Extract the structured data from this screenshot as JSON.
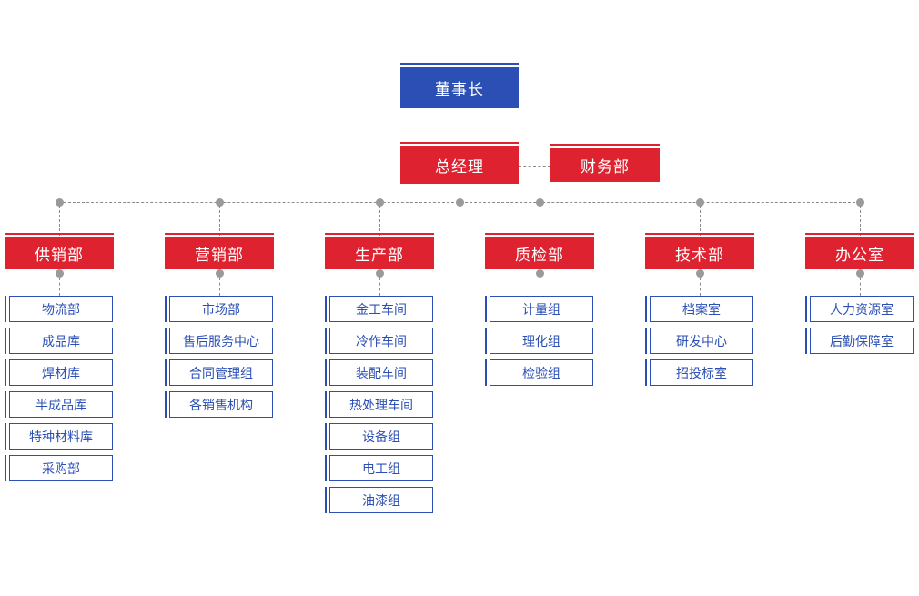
{
  "colors": {
    "blue": "#2b4fb4",
    "red": "#de2230",
    "connector": "#9a9a9a"
  },
  "chairman": "董事长",
  "general_manager": "总经理",
  "finance": "财务部",
  "departments": [
    {
      "name": "供销部",
      "units": [
        "物流部",
        "成品库",
        "焊材库",
        "半成品库",
        "特种材料库",
        "采购部"
      ]
    },
    {
      "name": "营销部",
      "units": [
        "市场部",
        "售后服务中心",
        "合同管理组",
        "各销售机构"
      ]
    },
    {
      "name": "生产部",
      "units": [
        "金工车间",
        "冷作车间",
        "装配车间",
        "热处理车间",
        "设备组",
        "电工组",
        "油漆组"
      ]
    },
    {
      "name": "质检部",
      "units": [
        "计量组",
        "理化组",
        "检验组"
      ]
    },
    {
      "name": "技术部",
      "units": [
        "档案室",
        "研发中心",
        "招投标室"
      ]
    },
    {
      "name": "办公室",
      "units": [
        "人力资源室",
        "后勤保障室"
      ]
    }
  ]
}
